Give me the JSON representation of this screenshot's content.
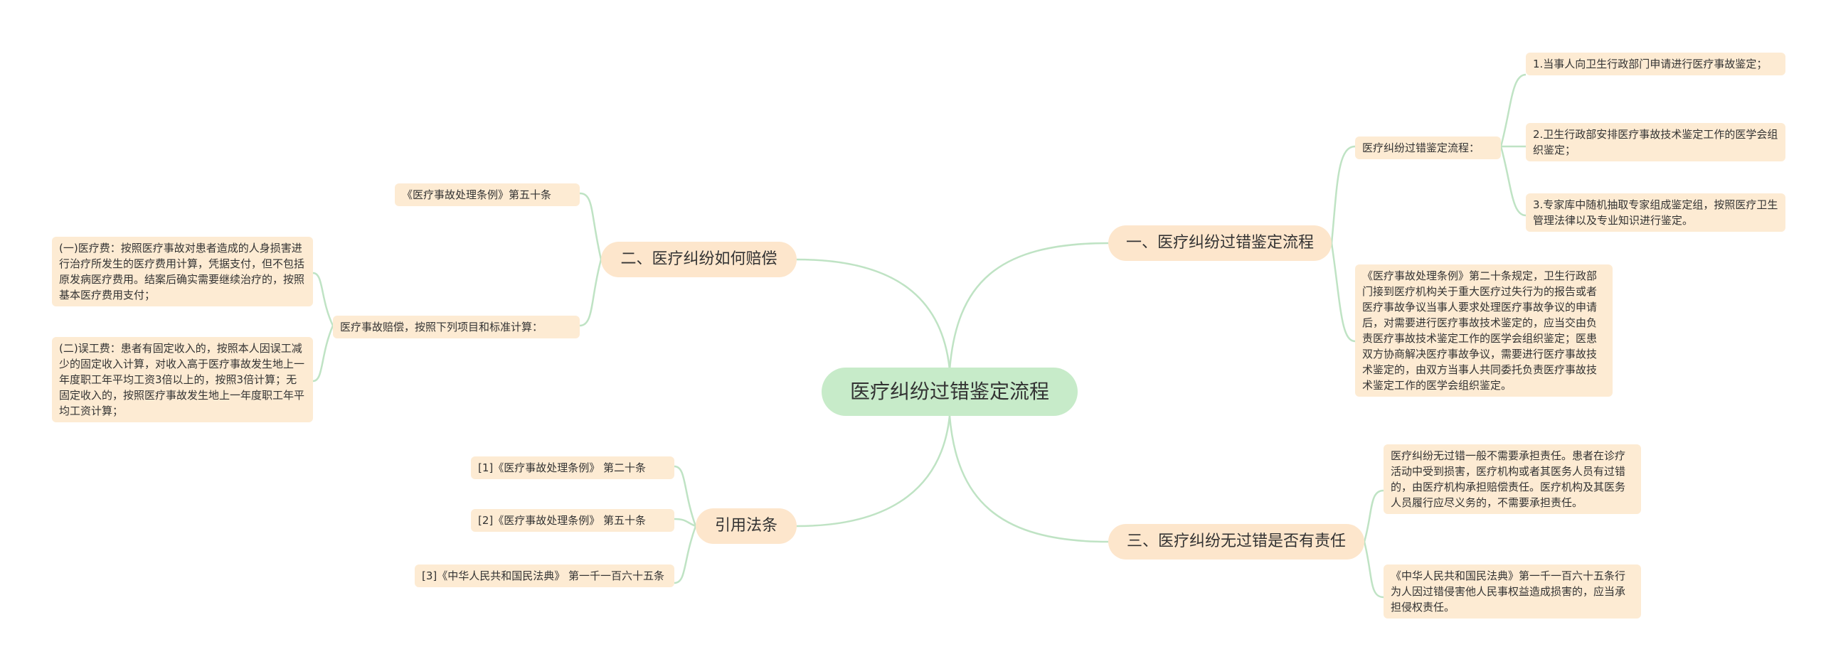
{
  "colors": {
    "center_fill": "#c7ebc9",
    "node_fill": "#fdebd3",
    "branch_fill": "#fde6cc",
    "connector": "#bfe3c4",
    "text": "#333333"
  },
  "center": "医疗纠纷过错鉴定流程",
  "branches": {
    "b1": {
      "label": "一、医疗纠纷过错鉴定流程",
      "process_label": "医疗纠纷过错鉴定流程：",
      "steps": [
        "1.当事人向卫生行政部门申请进行医疗事故鉴定；",
        "2.卫生行政部安排医疗事故技术鉴定工作的医学会组织鉴定；",
        "3.专家库中随机抽取专家组成鉴定组，按照医疗卫生管理法律以及专业知识进行鉴定。"
      ],
      "regulation": "《医疗事故处理条例》第二十条规定，卫生行政部门接到医疗机构关于重大医疗过失行为的报告或者医疗事故争议当事人要求处理医疗事故争议的申请后，对需要进行医疗事故技术鉴定的，应当交由负责医疗事故技术鉴定工作的医学会组织鉴定；医患双方协商解决医疗事故争议，需要进行医疗事故技术鉴定的，由双方当事人共同委托负责医疗事故技术鉴定工作的医学会组织鉴定。"
    },
    "b2": {
      "label": "二、医疗纠纷如何赔偿",
      "article": "《医疗事故处理条例》第五十条",
      "compensation": "医疗事故赔偿，按照下列项目和标准计算：",
      "items": [
        "(一)医疗费：按照医疗事故对患者造成的人身损害进行治疗所发生的医疗费用计算，凭据支付，但不包括原发病医疗费用。结案后确实需要继续治疗的，按照基本医疗费用支付；",
        "(二)误工费：患者有固定收入的，按照本人因误工减少的固定收入计算，对收入高于医疗事故发生地上一年度职工年平均工资3倍以上的，按照3倍计算；无固定收入的，按照医疗事故发生地上一年度职工年平均工资计算；"
      ]
    },
    "b3": {
      "label": "三、医疗纠纷无过错是否有责任",
      "items": [
        "医疗纠纷无过错一般不需要承担责任。患者在诊疗活动中受到损害，医疗机构或者其医务人员有过错的，由医疗机构承担赔偿责任。医疗机构及其医务人员履行应尽义务的，不需要承担责任。",
        "《中华人民共和国民法典》第一千一百六十五条行为人因过错侵害他人民事权益造成损害的，应当承担侵权责任。"
      ]
    },
    "b4": {
      "label": "引用法条",
      "items": [
        "[1]《医疗事故处理条例》 第二十条",
        "[2]《医疗事故处理条例》 第五十条",
        "[3]《中华人民共和国民法典》 第一千一百六十五条"
      ]
    }
  }
}
